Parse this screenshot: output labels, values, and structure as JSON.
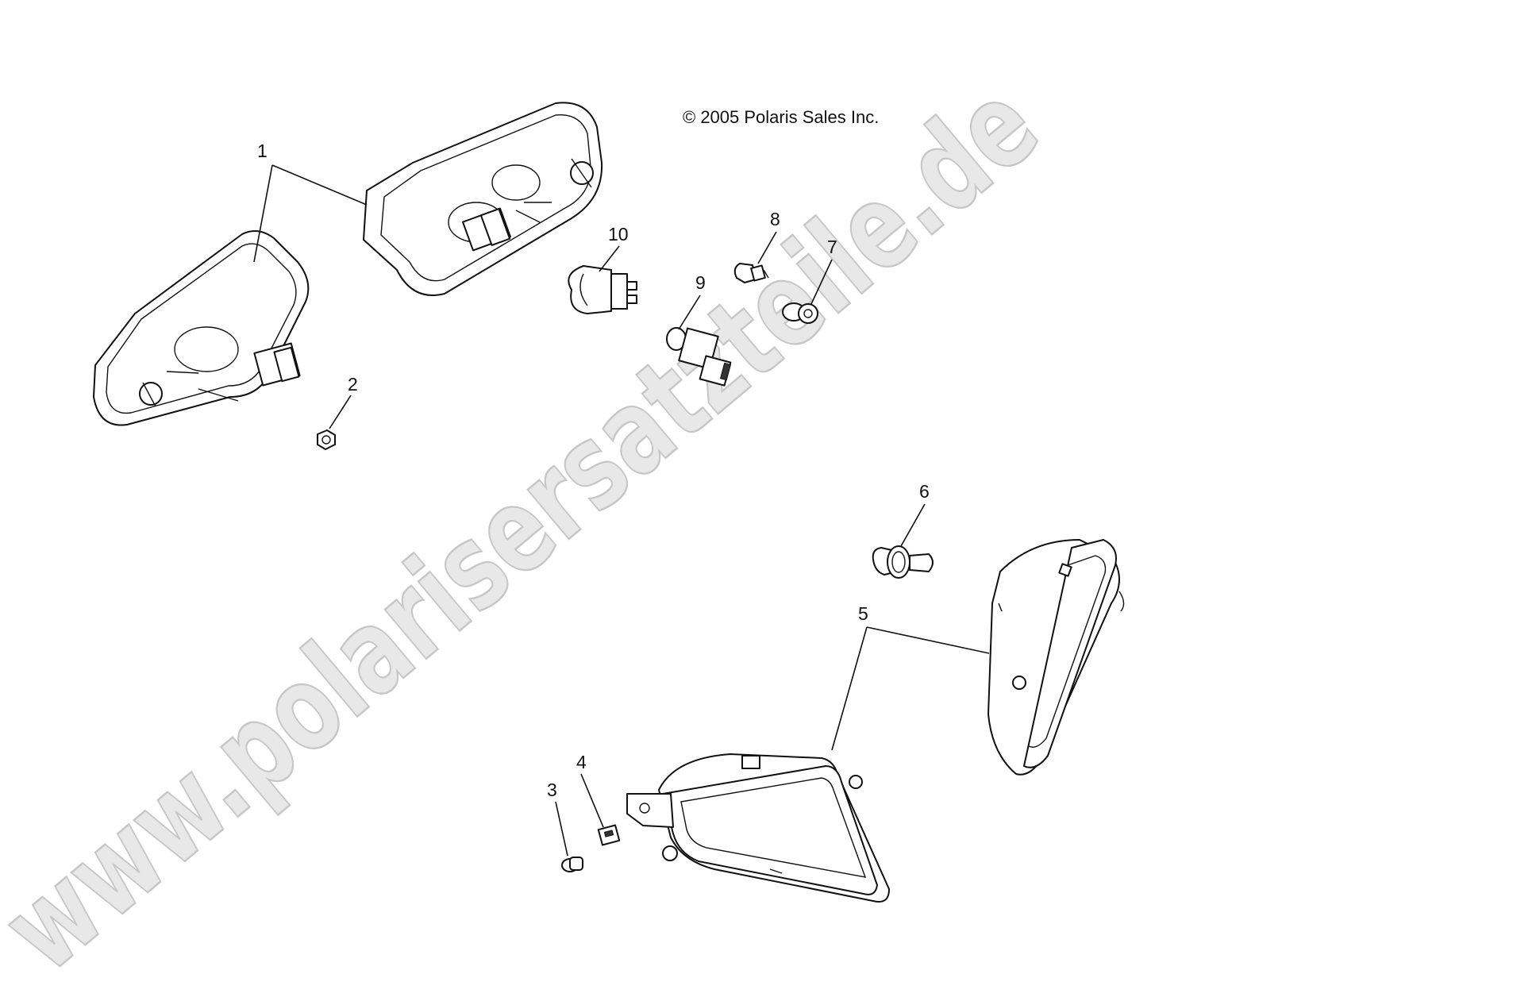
{
  "copyright": "© 2005 Polaris Sales Inc.",
  "watermark": "www.polarisersatzteile.de",
  "callouts": {
    "c1": "1",
    "c2": "2",
    "c3": "3",
    "c4": "4",
    "c5": "5",
    "c6": "6",
    "c7": "7",
    "c8": "8",
    "c9": "9",
    "c10": "10"
  }
}
